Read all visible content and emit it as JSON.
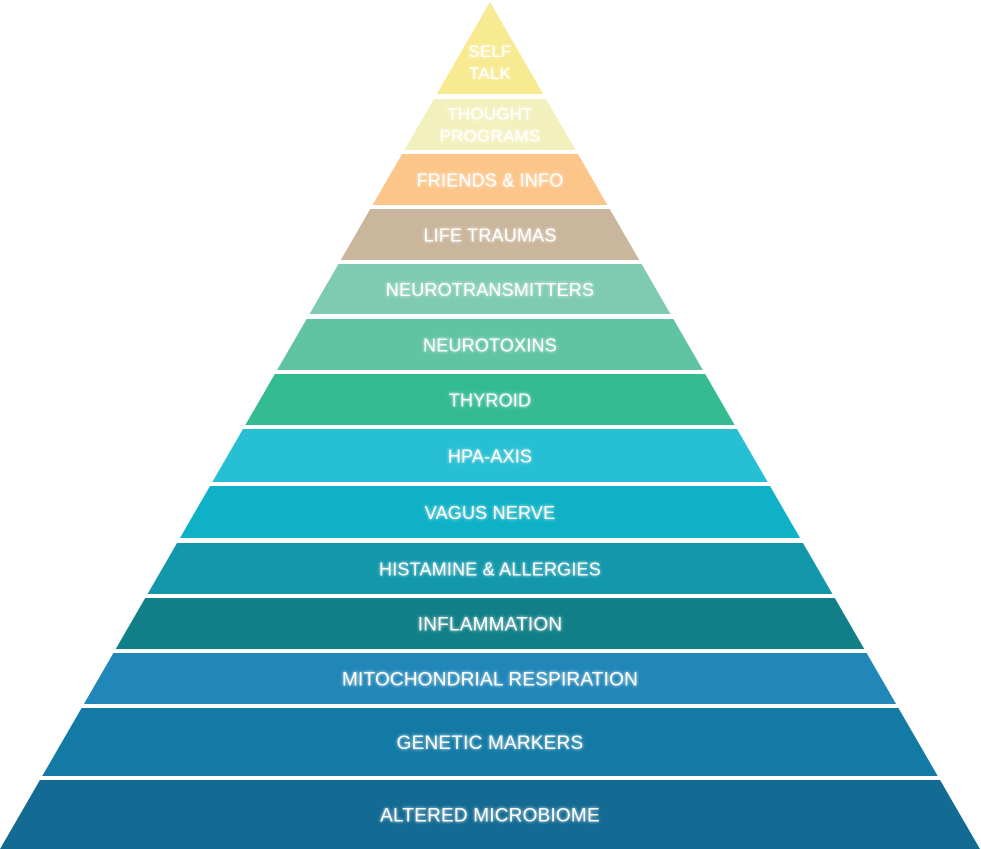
{
  "layers": [
    {
      "lines": [
        "SELF",
        "TALK"
      ],
      "color": "#f7ea90"
    },
    {
      "lines": [
        "THOUGHT",
        "PROGRAMS"
      ],
      "color": "#f2f1be"
    },
    {
      "lines": [
        "FRIENDS & INFO"
      ],
      "color": "#fcc58a"
    },
    {
      "lines": [
        "LIFE TRAUMAS"
      ],
      "color": "#c9b69c"
    },
    {
      "lines": [
        "NEUROTRANSMITTERS"
      ],
      "color": "#7fcbb1"
    },
    {
      "lines": [
        "NEUROTOXINS"
      ],
      "color": "#60c3a2"
    },
    {
      "lines": [
        "THYROID"
      ],
      "color": "#35bb92"
    },
    {
      "lines": [
        "HPA-AXIS"
      ],
      "color": "#26bfd3"
    },
    {
      "lines": [
        "VAGUS NERVE"
      ],
      "color": "#0fb1c6"
    },
    {
      "lines": [
        "HISTAMINE & ALLERGIES"
      ],
      "color": "#1297ab"
    },
    {
      "lines": [
        "INFLAMMATION"
      ],
      "color": "#117f87"
    },
    {
      "lines": [
        "MITOCHONDRIAL RESPIRATION"
      ],
      "color": "#2186b8"
    },
    {
      "lines": [
        "GENETIC MARKERS"
      ],
      "color": "#137aa6"
    },
    {
      "lines": [
        "ALTERED MICROBIOME"
      ],
      "color": "#136a92"
    }
  ]
}
